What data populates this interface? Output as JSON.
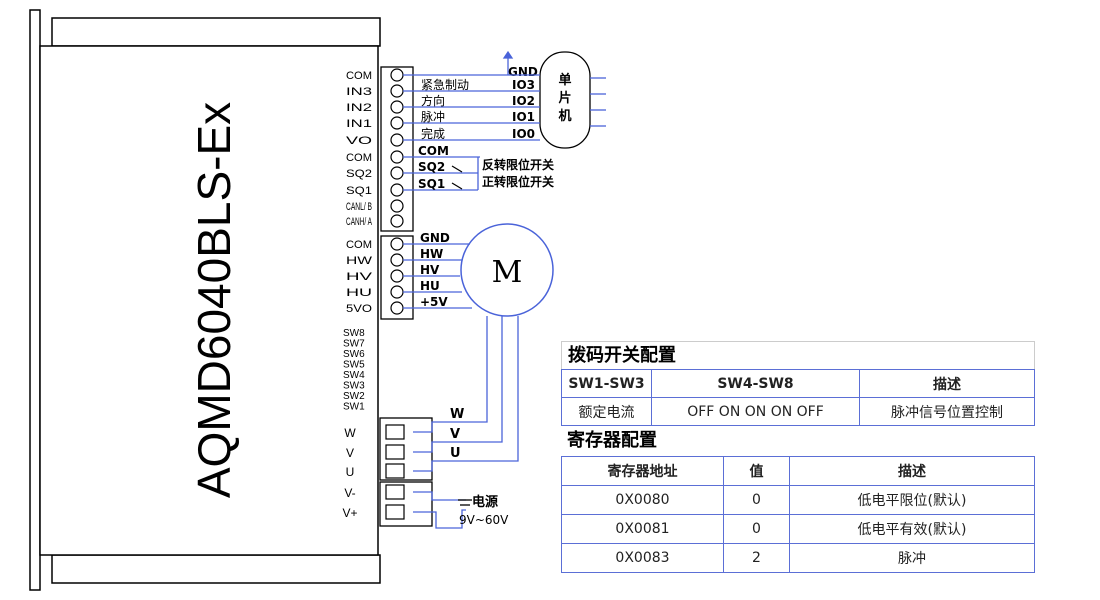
{
  "device": {
    "model": "AQMD6040BLS-Ex",
    "terminals_top": [
      "COM",
      "IN3",
      "IN2",
      "IN1",
      "VO",
      "COM",
      "SQ2",
      "SQ1",
      "CANL/ B",
      "CANH/ A"
    ],
    "terminals_hall": [
      "COM",
      "HW",
      "HV",
      "HU",
      "5VO"
    ],
    "switches": [
      "SW8",
      "SW7",
      "SW6",
      "SW5",
      "SW4",
      "SW3",
      "SW2",
      "SW1"
    ],
    "terminals_power": [
      "W",
      "V",
      "U",
      "V-",
      "V+"
    ]
  },
  "wiring": {
    "mcu_label": [
      "单",
      "片",
      "机"
    ],
    "gnd_label": "GND",
    "io_signals": [
      {
        "name": "紧急制动",
        "io": "IO3"
      },
      {
        "name": "方向",
        "io": "IO2"
      },
      {
        "name": "脉冲",
        "io": "IO1"
      },
      {
        "name": "完成",
        "io": "IO0"
      }
    ],
    "limit_com": "COM",
    "limits": [
      {
        "sq": "SQ2",
        "desc": "反转限位开关"
      },
      {
        "sq": "SQ1",
        "desc": "正转限位开关"
      }
    ],
    "hall_wires": [
      "GND",
      "HW",
      "HV",
      "HU",
      "+5V"
    ],
    "motor_label": "M",
    "phase_wires": [
      "W",
      "V",
      "U"
    ],
    "power_label": "电源",
    "power_range": "9V~60V"
  },
  "dip_config": {
    "title": "拨码开关配置",
    "headers": [
      "SW1-SW3",
      "SW4-SW8",
      "描述"
    ],
    "rows": [
      [
        "额定电流",
        "OFF ON ON ON OFF",
        "脉冲信号位置控制"
      ]
    ]
  },
  "register_config": {
    "title": "寄存器配置",
    "headers": [
      "寄存器地址",
      "值",
      "描述"
    ],
    "rows": [
      [
        "0X0080",
        "0",
        "低电平限位(默认)"
      ],
      [
        "0X0081",
        "0",
        "低电平有效(默认)"
      ],
      [
        "0X0083",
        "2",
        "脉冲"
      ]
    ]
  },
  "colors": {
    "wire": "#4a63d9",
    "outline": "#000000"
  }
}
